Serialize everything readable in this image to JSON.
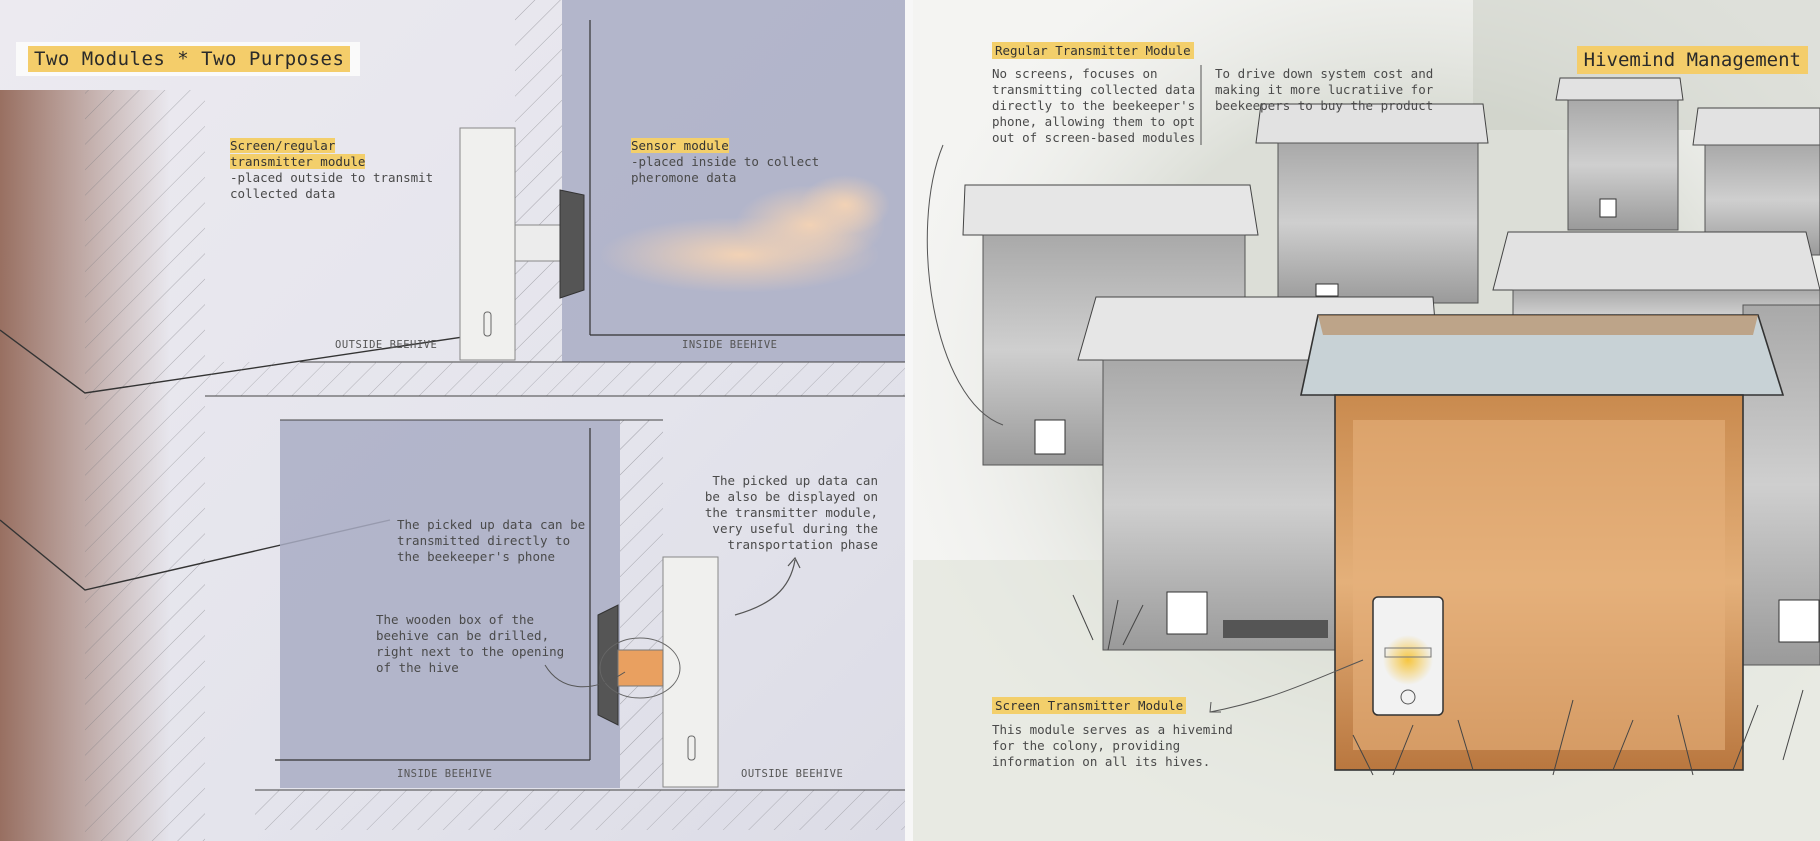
{
  "left_panel": {
    "title": "Two Modules * Two Purposes",
    "top_section": {
      "screen_module_title": "Screen/regular\ntransmitter module",
      "screen_module_desc": "-placed outside to transmit\ncollected data",
      "sensor_module_title": "Sensor module",
      "sensor_module_desc": "-placed inside to collect\npheromone data",
      "outside_label": "OUTSIDE BEEHIVE",
      "inside_label": "INSIDE BEEHIVE"
    },
    "bottom_section": {
      "phone_note": "The picked up data can be\ntransmitted directly to\nthe beekeeper's phone",
      "display_note": "The picked up data can\nbe also be displayed on\nthe transmitter module,\nvery useful during the\ntransportation phase",
      "drill_note": "The wooden box of the\nbeehive can be drilled,\nright next to the opening\nof the hive",
      "inside_label": "INSIDE BEEHIVE",
      "outside_label": "OUTSIDE BEEHIVE"
    }
  },
  "right_panel": {
    "title": "Hivemind Management",
    "regular_module_title": "Regular Transmitter Module",
    "regular_module_desc": "No screens, focuses on\ntransmitting collected data\ndirectly to the beekeeper's\nphone, allowing them to opt\nout of screen-based modules",
    "cost_note": "To drive down system cost and\nmaking it more lucratiive for\nbeekeepers to buy the product",
    "screen_module_title": "Screen Transmitter Module",
    "screen_module_desc": "This module serves as a hivemind\nfor the colony, providing\ninformation on all its hives."
  },
  "colors": {
    "highlight": "#f3cf6b",
    "hive_wood": "#d79a5c",
    "sensor_orange": "#e9a060",
    "interior_blue": "#a9adc4"
  }
}
